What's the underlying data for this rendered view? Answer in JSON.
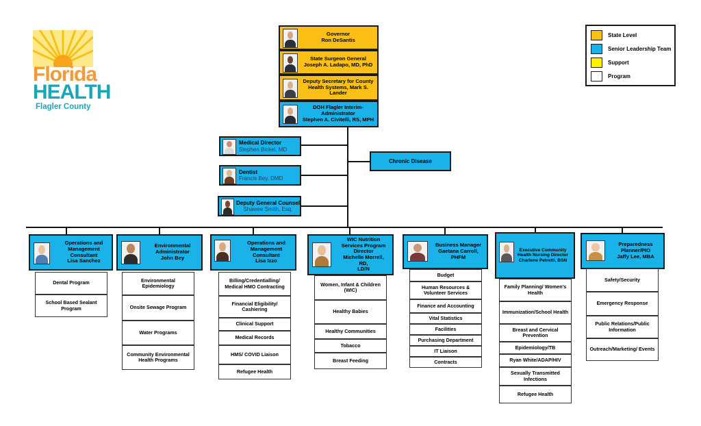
{
  "logo": {
    "line1": "Florida",
    "line2": "HEALTH",
    "line3": "Flagler County"
  },
  "legend": {
    "items": [
      {
        "label": "State Level",
        "color": "#fbbf15"
      },
      {
        "label": "Senior Leadership Team",
        "color": "#19b3ea"
      },
      {
        "label": "Support",
        "color": "#fff200"
      },
      {
        "label": "Program",
        "color": "#ffffff"
      }
    ]
  },
  "colors": {
    "state": "#fbbf15",
    "senior": "#19b3ea",
    "program": "#ffffff"
  },
  "chain": [
    {
      "line1": "Governor",
      "line2": "Ron DeSantis"
    },
    {
      "line1": "State Surgeon General",
      "line2": "Joseph A. Ladapo, MD, PhD"
    },
    {
      "line1": "Deputy Secretary for County",
      "line2": "Health Systems, Mark S. Lander"
    },
    {
      "line1": "DOH Flagler Interim-Administrator",
      "line2": "Stephen A. Civitelli, RS, MPH"
    }
  ],
  "staff": [
    {
      "title": "Medical Director",
      "name": "Stephen Bickel, MD"
    },
    {
      "title": "Dentist",
      "name": "Francis Bey, DMD"
    },
    {
      "title": "Deputy General Counsel",
      "name": "Shawee Smith, Esq."
    }
  ],
  "chronic": "Chronic Disease",
  "managers": [
    {
      "lines": [
        "Operations and",
        "Management",
        "Consultant",
        "Lisa Sanchez"
      ],
      "programs": [
        "Dental Program",
        "School Based Sealant Program"
      ]
    },
    {
      "lines": [
        "Environmental",
        "Administrator",
        "John Bey"
      ],
      "programs": [
        "Environmental Epidemiology",
        "Onsite Sewage Program",
        "Water Programs",
        "Community Environmental Health Programs"
      ]
    },
    {
      "lines": [
        "Operations and",
        "Management",
        "Consultant",
        "Lisa Izzo"
      ],
      "programs": [
        "Billing/Credentialling/ Medical HMO Contracting",
        "Financial Eligibility/ Cashiering",
        "Clinical Support",
        "Medical Records",
        "HMS/ COVID Liaison",
        "Refugee Health"
      ]
    },
    {
      "lines": [
        "WIC Nutrition",
        "Services Program",
        "Director",
        "Michelle Morrell, RD,",
        "LD/N"
      ],
      "programs": [
        "Women, Infant & Children (WIC)",
        "Healthy Babies",
        "Healthy Communities",
        "Tobacco",
        "Breast Feeding"
      ]
    },
    {
      "lines": [
        "Business Manager",
        "Gaetana Carroll,",
        "PHFM"
      ],
      "programs": [
        "Budget",
        "Human Resources & Volunteer Services",
        "Finance and Accounting",
        "Vital Statistics",
        "Facilities",
        "Purchasing Department",
        "IT Liaison",
        "Contracts"
      ]
    },
    {
      "lines": [
        "Executive Community",
        "Health Nursing Director",
        "Charlene Petretti, BSN"
      ],
      "programs": [
        "Family Planning/ Women's Health",
        "Immunization/School Health",
        "Breast and Cervical Prevention",
        "Epidemiology/TB",
        "Ryan White/ADAP/HIV",
        "Sexually Transmitted Infections",
        "Refugee Health"
      ]
    },
    {
      "lines": [
        "Preparedness",
        "Planner/PIO",
        "Jaffy Lee, MBA"
      ],
      "programs": [
        "Safety/Security",
        "Emergency Response",
        "Public Relations/Public Information",
        "Outreach/Marketing/ Events"
      ]
    }
  ]
}
